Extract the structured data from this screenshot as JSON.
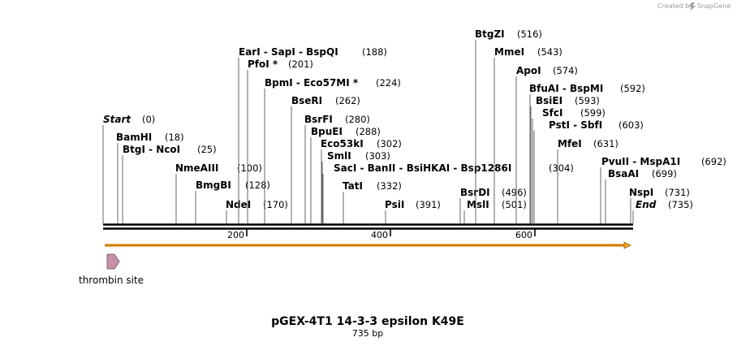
{
  "credit": {
    "prefix": "Created by",
    "brand": "SnapGene"
  },
  "plasmid": {
    "name": "pGEX-4T1 14-3-3 epsilon K49E",
    "length_label": "735 bp",
    "length": 735
  },
  "ruler_ticks": [
    "200",
    "400",
    "600"
  ],
  "feature": {
    "label": "thrombin site",
    "color": "#c890a8"
  },
  "orf_color": "#f5a623",
  "sites": [
    {
      "names": [
        "Start"
      ],
      "pos": "(0)",
      "italic": true
    },
    {
      "names": [
        "BamHI"
      ],
      "pos": "(18)"
    },
    {
      "names": [
        "BtgI",
        "NcoI"
      ],
      "pos": "(25)"
    },
    {
      "names": [
        "NmeAIII"
      ],
      "pos": "(100)"
    },
    {
      "names": [
        "BmgBI"
      ],
      "pos": "(128)"
    },
    {
      "names": [
        "NdeI"
      ],
      "pos": "(170)"
    },
    {
      "names": [
        "EarI",
        "SapI",
        "BspQI"
      ],
      "pos": "(188)"
    },
    {
      "names": [
        "PfoI *"
      ],
      "pos": "(201)"
    },
    {
      "names": [
        "BpmI",
        "Eco57MI *"
      ],
      "pos": "(224)"
    },
    {
      "names": [
        "BseRI"
      ],
      "pos": "(262)"
    },
    {
      "names": [
        "BsrFI"
      ],
      "pos": "(280)"
    },
    {
      "names": [
        "BpuEI"
      ],
      "pos": "(288)"
    },
    {
      "names": [
        "Eco53kI"
      ],
      "pos": "(302)"
    },
    {
      "names": [
        "SmlI"
      ],
      "pos": "(303)"
    },
    {
      "names": [
        "SacI",
        "BanII",
        "BsiHKAI",
        "Bsp1286I"
      ],
      "pos": "(304)"
    },
    {
      "names": [
        "TatI"
      ],
      "pos": "(332)"
    },
    {
      "names": [
        "PsiI"
      ],
      "pos": "(391)"
    },
    {
      "names": [
        "BsrDI"
      ],
      "pos": "(496)"
    },
    {
      "names": [
        "MslI"
      ],
      "pos": "(501)"
    },
    {
      "names": [
        "BtgZI"
      ],
      "pos": "(516)"
    },
    {
      "names": [
        "MmeI"
      ],
      "pos": "(543)"
    },
    {
      "names": [
        "ApoI"
      ],
      "pos": "(574)"
    },
    {
      "names": [
        "BfuAI",
        "BspMI"
      ],
      "pos": "(592)"
    },
    {
      "names": [
        "BsiEI"
      ],
      "pos": "(593)"
    },
    {
      "names": [
        "SfcI"
      ],
      "pos": "(599)"
    },
    {
      "names": [
        "PstI",
        "SbfI"
      ],
      "pos": "(603)"
    },
    {
      "names": [
        "MfeI"
      ],
      "pos": "(631)"
    },
    {
      "names": [
        "PvuII",
        "MspA1I"
      ],
      "pos": "(692)"
    },
    {
      "names": [
        "BsaAI"
      ],
      "pos": "(699)"
    },
    {
      "names": [
        "NspI"
      ],
      "pos": "(731)"
    },
    {
      "names": [
        "End"
      ],
      "pos": "(735)",
      "italic": true
    }
  ]
}
